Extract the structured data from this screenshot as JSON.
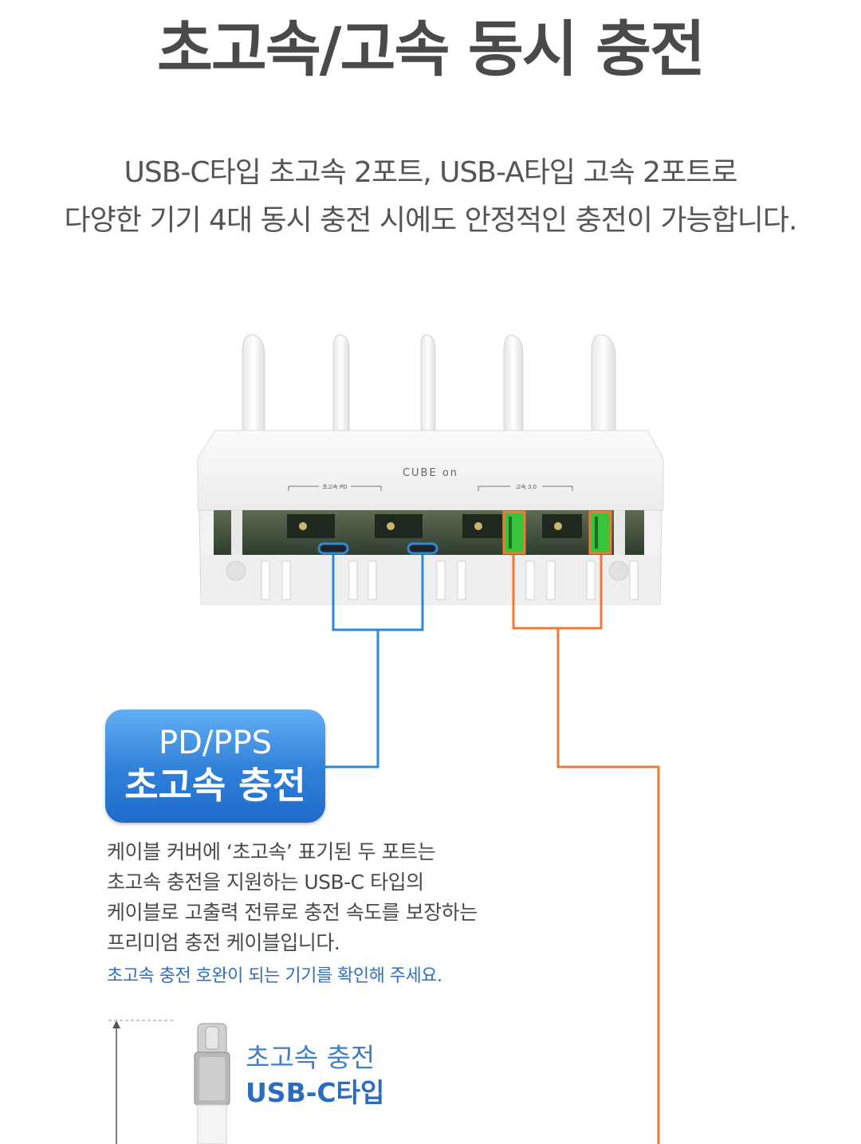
{
  "headline": "초고속/고속 동시 충전",
  "subtitle": {
    "line1": "USB-C타입 초고속 2포트, USB-A타입 고속 2포트로",
    "line2": "다양한 기기 4대 동시 충전 시에도 안정적인 충전이 가능합니다."
  },
  "product": {
    "brand_logo": "CUBE on",
    "label_left": "초고속 PD",
    "label_right": "고속 3.0"
  },
  "badge": {
    "line1": "PD/PPS",
    "line2": "초고속 충전"
  },
  "description": {
    "lines": [
      "케이블 커버에 ‘초고속’ 표기된 두 포트는",
      "초고속 충전을 지원하는 USB-C 타입의",
      "케이블로 고출력 전류로 충전 속도를 보장하는",
      "프리미엄 충전 케이블입니다."
    ],
    "note": "초고속 충전 호완이 되는 기기를 확인해 주세요."
  },
  "cable": {
    "label1": "초고속 충전",
    "label2": "USB-C타입"
  },
  "colors": {
    "blue_line": "#2a8ad8",
    "orange_line": "#ee7a3a",
    "port_green": "#36c43a"
  }
}
